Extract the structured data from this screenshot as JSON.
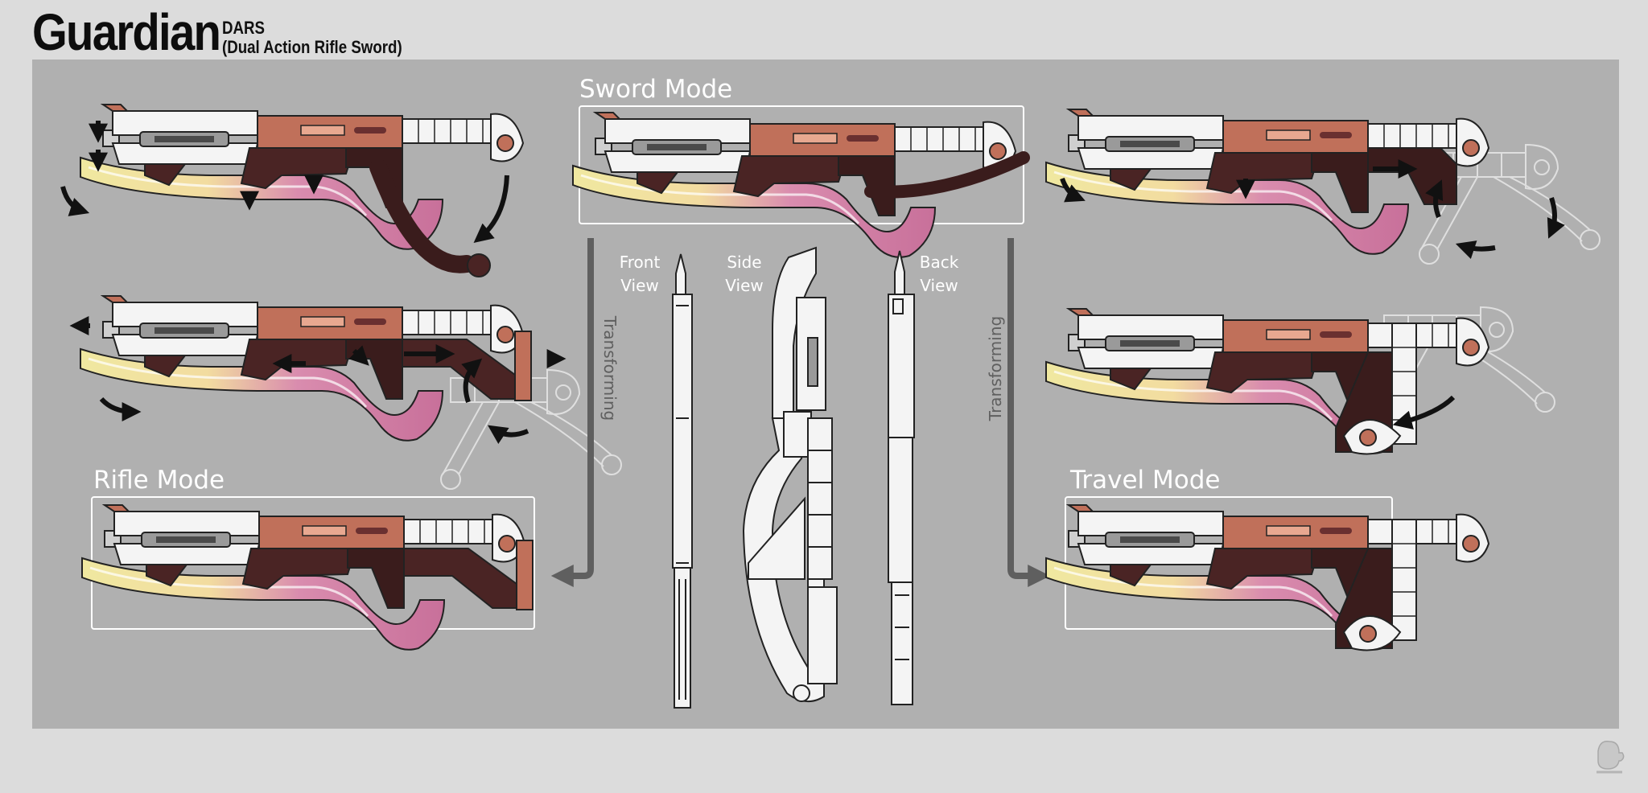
{
  "header": {
    "title": "Guardian",
    "code": "DARS",
    "subtitle": "(Dual Action Rifle Sword)"
  },
  "modes": {
    "sword": "Sword Mode",
    "rifle": "Rifle Mode",
    "travel": "Travel Mode"
  },
  "transform_labels": {
    "left": "Transforming",
    "right": "Transforming"
  },
  "views": {
    "front": [
      "Front",
      "View"
    ],
    "side": [
      "Side",
      "View"
    ],
    "back": [
      "Back",
      "View"
    ]
  },
  "colors": {
    "background": "#dcdcdc",
    "panel": "#b0b0b0",
    "blade_yellow": "#f0e8a0",
    "blade_pink": "#c8709a",
    "body_copper": "#c0705a",
    "body_dark": "#4a2424",
    "arrow": "#111111",
    "arrow_gray": "#5f5f5f",
    "label": "#ffffff"
  }
}
